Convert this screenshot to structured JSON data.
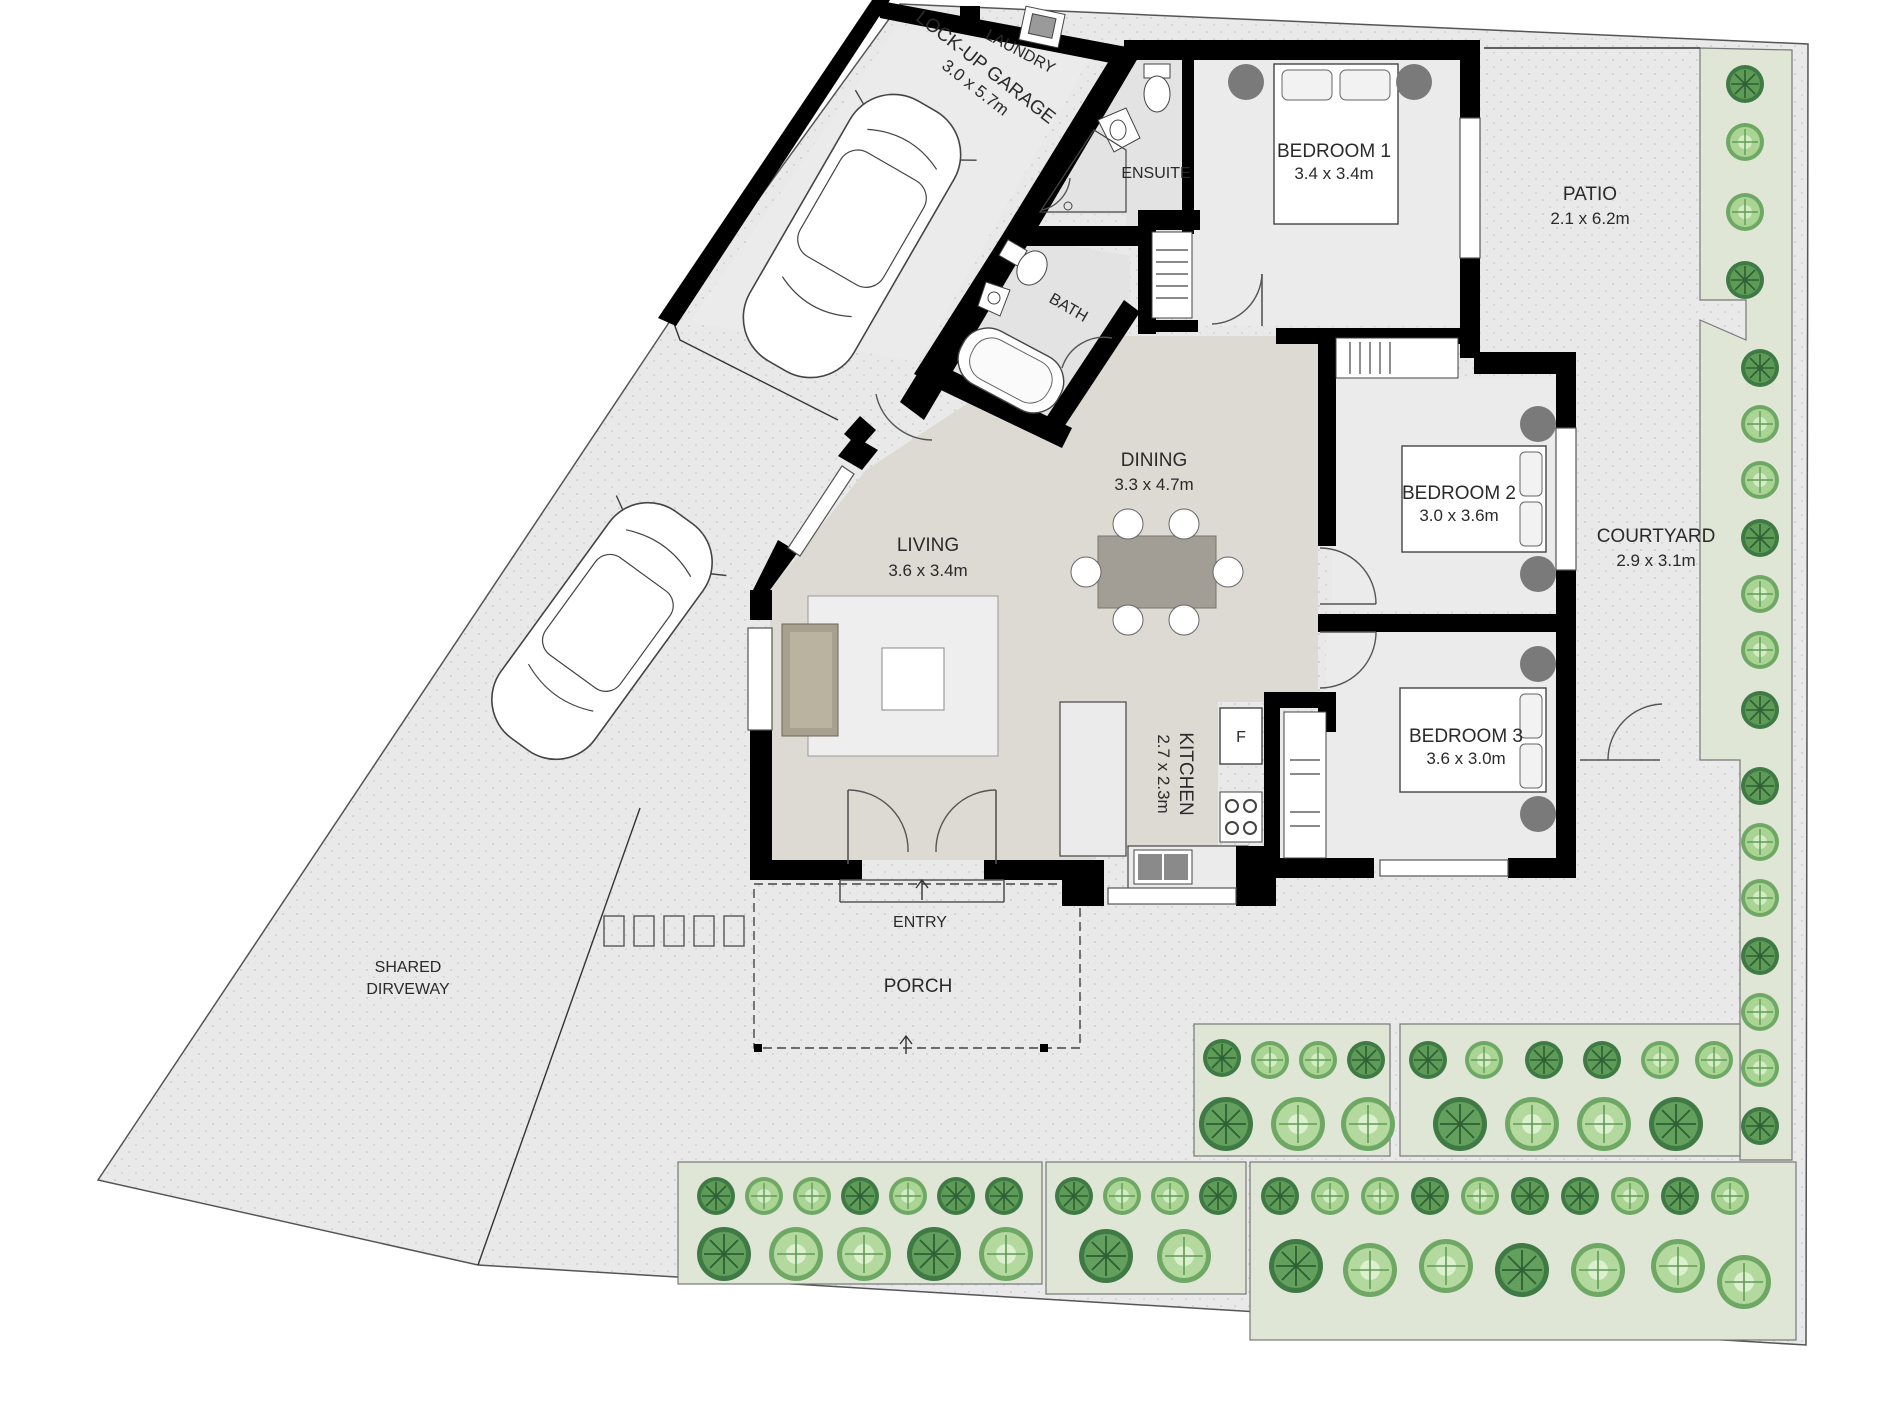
{
  "colors": {
    "ground": "#e9e9e9",
    "living_floor": "#dddad3",
    "room_floor": "#ebebeb",
    "wet_floor": "#e3e3e3",
    "garden": "#dfe6d6",
    "wall": "#000000",
    "tree_dark": "#3f7a45",
    "tree_light": "#8cbf78",
    "sofa": "#a8a08e",
    "table": "#a29e96"
  },
  "rooms": {
    "laundry": {
      "name": "LAUNDRY"
    },
    "garage": {
      "name": "LOCK-UP GARAGE",
      "dims": "3.0 x 5.7m"
    },
    "ensuite": {
      "name": "ENSUITE"
    },
    "bath": {
      "name": "BATH"
    },
    "bedroom1": {
      "name": "BEDROOM 1",
      "dims": "3.4 x 3.4m"
    },
    "patio": {
      "name": "PATIO",
      "dims": "2.1 x 6.2m"
    },
    "dining": {
      "name": "DINING",
      "dims": "3.3 x 4.7m"
    },
    "living": {
      "name": "LIVING",
      "dims": "3.6 x 3.4m"
    },
    "bedroom2": {
      "name": "BEDROOM 2",
      "dims": "3.0 x 3.6m"
    },
    "courtyard": {
      "name": "COURTYARD",
      "dims": "2.9 x  3.1m"
    },
    "kitchen": {
      "name": "KITCHEN",
      "dims": "2.7 x 2.3m"
    },
    "bedroom3": {
      "name": "BEDROOM 3",
      "dims": "3.6 x 3.0m"
    },
    "entry": {
      "name": "ENTRY"
    },
    "porch": {
      "name": "PORCH"
    },
    "driveway": {
      "line1": "SHARED",
      "line2": "DIRVEWAY"
    }
  },
  "fixtures": {
    "fridge": "F"
  },
  "icons": [
    "car-icon",
    "tree-icon",
    "bed-icon",
    "sink-icon",
    "toilet-icon",
    "bathtub-icon",
    "stove-icon",
    "sofa-icon",
    "dining-table-icon",
    "door-swing-icon"
  ]
}
